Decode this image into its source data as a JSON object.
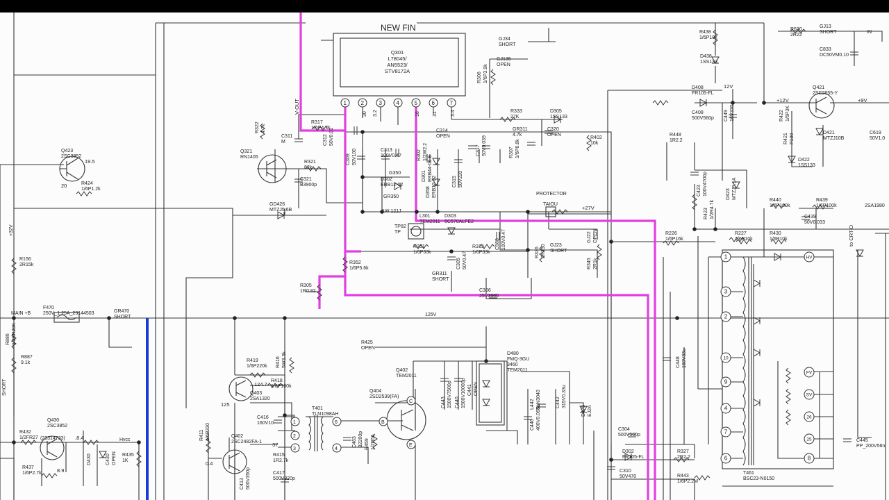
{
  "ic": {
    "header": "NEW FIN",
    "ref": "Q301",
    "parts": [
      "L78045/",
      "AN5523/",
      "STV8172A"
    ],
    "pins": [
      "1",
      "2",
      "3",
      "4",
      "5",
      "6",
      "7"
    ],
    "pin_voltages": [
      "30",
      "3.2",
      "18",
      "31",
      "3.4"
    ]
  },
  "labels": [
    {
      "id": "v-out",
      "text": "V-OUT"
    },
    {
      "id": "protector",
      "text": "PROTECTOR"
    },
    {
      "id": "taiou",
      "text": "TAIOU"
    },
    {
      "id": "main-b",
      "text": "MAIN +B"
    },
    {
      "id": "v27",
      "text": "+27V"
    },
    {
      "id": "v12",
      "text": "+12V"
    },
    {
      "id": "v12b",
      "text": "12V"
    },
    {
      "id": "v9",
      "text": "+9V"
    },
    {
      "id": "v125",
      "text": "125V"
    },
    {
      "id": "v32",
      "text": "+32V"
    },
    {
      "id": "hvcc",
      "text": "Hvcc"
    },
    {
      "id": "to-crt",
      "text": "to CRT-D"
    },
    {
      "id": "in",
      "text": "IN"
    },
    {
      "id": "short1",
      "text": "SHORT"
    }
  ],
  "parts": [
    {
      "id": "r438",
      "ref": "R438",
      "val": "1/6P10k"
    },
    {
      "id": "d438",
      "ref": "D438",
      "val": "1SS133"
    },
    {
      "id": "r630",
      "ref": "R630",
      "val": "2R22"
    },
    {
      "id": "gj13",
      "ref": "GJ13",
      "val": "SHORT"
    },
    {
      "id": "c833",
      "ref": "C833",
      "val": "DC50VM0.10"
    },
    {
      "id": "gj34",
      "ref": "GJ34",
      "val": "SHORT"
    },
    {
      "id": "gj135",
      "ref": "GJ135",
      "val": "OPEN"
    },
    {
      "id": "r306",
      "ref": "R306",
      "val": "1/6P3.9k"
    },
    {
      "id": "r333",
      "ref": "R333",
      "val": "27K"
    },
    {
      "id": "d305",
      "ref": "D305",
      "val": "1SS133"
    },
    {
      "id": "gr311",
      "ref": "GR311",
      "val": "4.7k"
    },
    {
      "id": "c320",
      "ref": "C320",
      "val": "OPEN"
    },
    {
      "id": "r402",
      "ref": "R402",
      "val": "10k"
    },
    {
      "id": "d408",
      "ref": "D408",
      "val": "FR105-FL"
    },
    {
      "id": "c408",
      "ref": "C408",
      "val": "500V560p"
    },
    {
      "id": "c449",
      "ref": "C449",
      "val": "16V330"
    },
    {
      "id": "r448",
      "ref": "R448",
      "val": "1R2.2"
    },
    {
      "id": "r422",
      "ref": "R422",
      "val": "1/6P3K"
    },
    {
      "id": "r421",
      "ref": "R421",
      "val": "P100"
    },
    {
      "id": "d422",
      "ref": "D422",
      "val": "1SS133"
    },
    {
      "id": "q421",
      "ref": "Q421",
      "val": "2SC2655-Y"
    },
    {
      "id": "d421",
      "ref": "D421",
      "val": "MTZJ10B"
    },
    {
      "id": "c619",
      "ref": "C619",
      "val": "50V1.0"
    },
    {
      "id": "r322",
      "ref": "R322",
      "val": "4.7k"
    },
    {
      "id": "r317",
      "ref": "R317",
      "val": "1/6P4.7k"
    },
    {
      "id": "c311",
      "ref": "C311",
      "val": "M"
    },
    {
      "id": "c312",
      "ref": "C312",
      "val": "50V0.01"
    },
    {
      "id": "c309",
      "ref": "C309",
      "val": "50V100"
    },
    {
      "id": "c313",
      "ref": "C313",
      "val": "100V0.47"
    },
    {
      "id": "g350",
      "ref": "G350",
      "val": ""
    },
    {
      "id": "d302",
      "ref": "D302",
      "val": "ERB12-02"
    },
    {
      "id": "gr350",
      "ref": "GR350",
      "val": ""
    },
    {
      "id": "l121",
      "ref": "",
      "val": "1W 121J"
    },
    {
      "id": "r302",
      "ref": "R302",
      "val": "1/2W2.2"
    },
    {
      "id": "d301",
      "ref": "D301",
      "val": "ERB44-06 E"
    },
    {
      "id": "d358",
      "ref": "D358",
      "val": "ERB12-02"
    },
    {
      "id": "c314",
      "ref": "C314",
      "val": "OPEN"
    },
    {
      "id": "c315",
      "ref": "C315",
      "val": "50V220"
    },
    {
      "id": "c317",
      "ref": "C317",
      "val": "50V0.039"
    },
    {
      "id": "r307",
      "ref": "R307",
      "val": "1/6P6.8k"
    },
    {
      "id": "q323",
      "ref": "Q423",
      "val": "2SC3852"
    },
    {
      "id": "r424",
      "ref": "R424",
      "val": "1/6P1.2k"
    },
    {
      "id": "q321",
      "ref": "Q321",
      "val": "RN1405"
    },
    {
      "id": "r321",
      "ref": "R321",
      "val": "82k"
    },
    {
      "id": "c321",
      "ref": "C321",
      "val": "B3900p"
    },
    {
      "id": "gd426",
      "ref": "GD426",
      "val": "MTZJ5.6B"
    },
    {
      "id": "l301",
      "ref": "L301",
      "val": "TEM2011"
    },
    {
      "id": "d303",
      "ref": "D303",
      "val": "5C570ALFE2"
    },
    {
      "id": "tp82",
      "ref": "TP82",
      "val": "TP"
    },
    {
      "id": "c988",
      "ref": "C988",
      "val": "100V0.47"
    },
    {
      "id": "r351",
      "ref": "R351",
      "val": "1/6P33k"
    },
    {
      "id": "r313",
      "ref": "R313",
      "val": "1/6P33k"
    },
    {
      "id": "c305",
      "ref": "C305",
      "val": "50V0.47"
    },
    {
      "id": "gr311b",
      "ref": "GR311",
      "val": "SHORT"
    },
    {
      "id": "r352",
      "ref": "R352",
      "val": "1/6P5.6k"
    },
    {
      "id": "r305",
      "ref": "R305",
      "val": "1R0.82"
    },
    {
      "id": "c306",
      "ref": "C306",
      "val": "25V3300"
    },
    {
      "id": "r336",
      "ref": "R336",
      "val": "2R150"
    },
    {
      "id": "gj23",
      "ref": "GJ23",
      "val": "SHORT"
    },
    {
      "id": "gj22",
      "ref": "GJ22",
      "val": "OPEN"
    },
    {
      "id": "r345",
      "ref": "R345",
      "val": "2R1k"
    },
    {
      "id": "r156",
      "ref": "R156",
      "val": "2R15k"
    },
    {
      "id": "f470",
      "ref": "F470",
      "val": "250V_1.25A_23144503"
    },
    {
      "id": "gr470",
      "ref": "GR470",
      "val": "SHORT"
    },
    {
      "id": "r886",
      "ref": "R886",
      "val": "1/2SR20K"
    },
    {
      "id": "r887",
      "ref": "R887",
      "val": "9.1k"
    },
    {
      "id": "r425",
      "ref": "R425",
      "val": "OPEN"
    },
    {
      "id": "r419",
      "ref": "R419",
      "val": "1/6P220k"
    },
    {
      "id": "r416",
      "ref": "R416",
      "val": "5W3.3k"
    },
    {
      "id": "r418",
      "ref": "R418",
      "val": "1/6P100k"
    },
    {
      "id": "q403",
      "ref": "Q403",
      "val": "2SA1320"
    },
    {
      "id": "c416",
      "ref": "C416",
      "val": "160V10"
    },
    {
      "id": "t401",
      "ref": "T401",
      "val": "TLN1098AH"
    },
    {
      "id": "c463",
      "ref": "C463",
      "val": "B2200p"
    },
    {
      "id": "r459",
      "ref": "R459",
      "val": "1/2R56"
    },
    {
      "id": "q402",
      "ref": "Q402",
      "val": "TEM2011"
    },
    {
      "id": "q404",
      "ref": "Q404",
      "val": "2SD2539(FA)"
    },
    {
      "id": "c443",
      "ref": "C443",
      "val": "1500V7500p"
    },
    {
      "id": "c440",
      "ref": "C440",
      "val": "1500V10000p"
    },
    {
      "id": "c441",
      "ref": "C441",
      "val": "OPEN"
    },
    {
      "id": "d480",
      "ref": "D480",
      "val": "FMQ-3GU"
    },
    {
      "id": "d460",
      "ref": "3460",
      "val": "TEM2011"
    },
    {
      "id": "l442",
      "ref": "L442",
      "val": "TLN3040"
    },
    {
      "id": "c442",
      "ref": "C442",
      "val": "315V0.33u"
    },
    {
      "id": "c446",
      "ref": "C446",
      "val": "400V0.068u"
    },
    {
      "id": "d479",
      "ref": "D479",
      "val": "EJ2A"
    },
    {
      "id": "r411",
      "ref": "R411",
      "val": "1/6P330"
    },
    {
      "id": "q402b",
      "ref": "Q402",
      "val": "2SC2482FA-1"
    },
    {
      "id": "r415",
      "ref": "R415",
      "val": "1R2.7k"
    },
    {
      "id": "c413",
      "ref": "C413",
      "val": "500V350p"
    },
    {
      "id": "c417",
      "ref": "C417",
      "val": "500V820p"
    },
    {
      "id": "c304",
      "ref": "C304",
      "val": "500V560p"
    },
    {
      "id": "d302b",
      "ref": "D302",
      "val": "FR105-FL"
    },
    {
      "id": "c310",
      "ref": "C310",
      "val": "50V470"
    },
    {
      "id": "r327",
      "ref": "R327",
      "val": "2R2.2"
    },
    {
      "id": "r443",
      "ref": "R443",
      "val": "1/6P2.2M"
    },
    {
      "id": "t461",
      "ref": "T461",
      "val": "BSC23-N0150"
    },
    {
      "id": "c445",
      "ref": "C445",
      "val": "PP_200V56n"
    },
    {
      "id": "c448",
      "ref": "C448",
      "val": "160V33u"
    },
    {
      "id": "c423",
      "ref": "C423",
      "val": "100V4700p"
    },
    {
      "id": "d423",
      "ref": "D423",
      "val": "MTZJ9.1A"
    },
    {
      "id": "r423",
      "ref": "R423",
      "val": "1/2R4.7k"
    },
    {
      "id": "r440",
      "ref": "R440",
      "val": "1/6P100k"
    },
    {
      "id": "r439",
      "ref": "R439",
      "val": "1/6P100k"
    },
    {
      "id": "c439",
      "ref": "C439",
      "val": "50V0.033"
    },
    {
      "id": "r226",
      "ref": "R226",
      "val": "1/6P16k"
    },
    {
      "id": "r227",
      "ref": "R227",
      "val": "1/6P10k"
    },
    {
      "id": "r430",
      "ref": "R430",
      "val": "1/6P10k"
    },
    {
      "id": "q430",
      "ref": "Q430",
      "val": "2SC3852"
    },
    {
      "id": "q430s",
      "ref": "",
      "val": "(23314733)"
    },
    {
      "id": "r432",
      "ref": "R432",
      "val": "1/2FR27"
    },
    {
      "id": "d430",
      "ref": "D430",
      "val": ""
    },
    {
      "id": "c430",
      "ref": "C430",
      "val": "OPEN"
    },
    {
      "id": "r435",
      "ref": "R435",
      "val": "1K"
    },
    {
      "id": "r437",
      "ref": "R437",
      "val": "1/6P2.7k"
    },
    {
      "id": "q198",
      "ref": "",
      "val": "2SA1980"
    }
  ],
  "voltages": [
    "19.5",
    "20",
    "124.7",
    "125",
    "37",
    "0.4",
    ".8.4",
    "8.9",
    "12V"
  ],
  "fbt_pins": [
    "1",
    "3",
    "2",
    "10",
    "9",
    "4",
    "7",
    "6",
    "HV",
    "FV",
    "SV",
    "26",
    "25",
    "8"
  ]
}
